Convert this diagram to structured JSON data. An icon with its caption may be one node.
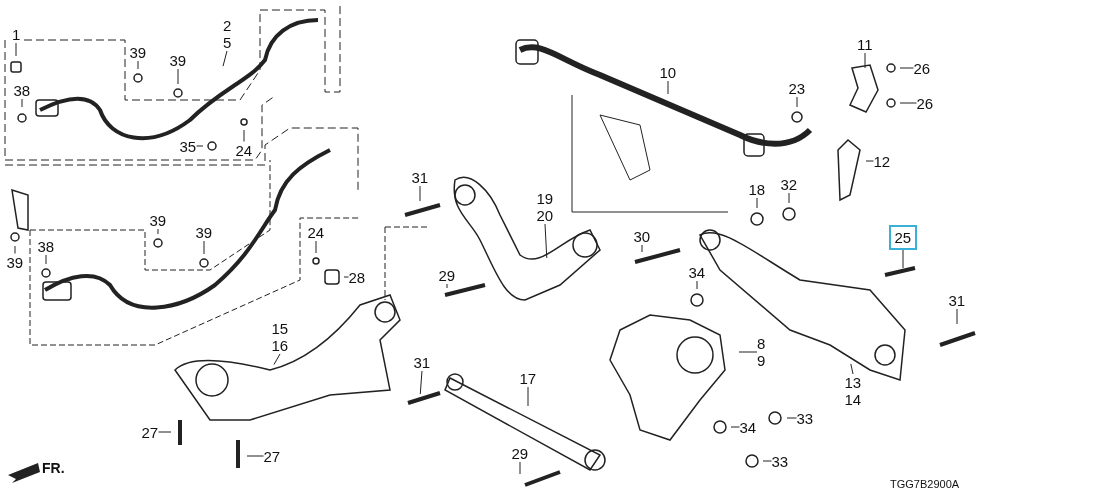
{
  "diagram": {
    "nodes": [
      {
        "text": [
          "1"
        ]
      },
      {
        "text": [
          "2",
          "5"
        ]
      },
      {
        "text": [
          "39"
        ]
      },
      {
        "text": [
          "39"
        ]
      },
      {
        "text": [
          "38"
        ]
      },
      {
        "text": [
          "35"
        ]
      },
      {
        "text": [
          "24"
        ]
      },
      {
        "text": [
          "39"
        ]
      },
      {
        "text": [
          "38"
        ]
      },
      {
        "text": [
          "39"
        ]
      },
      {
        "text": [
          "39"
        ]
      },
      {
        "text": [
          "24"
        ]
      },
      {
        "text": [
          "28"
        ]
      },
      {
        "text": [
          "15",
          "16"
        ]
      },
      {
        "text": [
          "27"
        ]
      },
      {
        "text": [
          "27"
        ]
      },
      {
        "text": [
          "31"
        ]
      },
      {
        "text": [
          "19",
          "20"
        ]
      },
      {
        "text": [
          "29"
        ]
      },
      {
        "text": [
          "31"
        ]
      },
      {
        "text": [
          "17"
        ]
      },
      {
        "text": [
          "29"
        ]
      },
      {
        "text": [
          "30"
        ]
      },
      {
        "text": [
          "34"
        ]
      },
      {
        "text": [
          "10"
        ]
      },
      {
        "text": [
          "23"
        ]
      },
      {
        "text": [
          "11"
        ]
      },
      {
        "text": [
          "26"
        ]
      },
      {
        "text": [
          "26"
        ]
      },
      {
        "text": [
          "12"
        ]
      },
      {
        "text": [
          "18"
        ]
      },
      {
        "text": [
          "32"
        ]
      },
      {
        "text": [
          "25"
        ]
      },
      {
        "text": [
          "31"
        ]
      },
      {
        "text": [
          "8",
          "9"
        ]
      },
      {
        "text": [
          "13",
          "14"
        ]
      },
      {
        "text": [
          "33"
        ]
      },
      {
        "text": [
          "34"
        ]
      },
      {
        "text": [
          "33"
        ]
      }
    ],
    "edges": [
      {
        "from": 0,
        "to": null,
        "arrow": "none"
      },
      {
        "from": 1,
        "to": null,
        "arrow": "none"
      },
      {
        "from": 2,
        "to": null,
        "arrow": "none"
      },
      {
        "from": 3,
        "to": null,
        "arrow": "none"
      },
      {
        "from": 4,
        "to": null,
        "arrow": "none"
      },
      {
        "from": 5,
        "to": null,
        "arrow": "none"
      },
      {
        "from": 6,
        "to": null,
        "arrow": "none"
      },
      {
        "from": 7,
        "to": null,
        "arrow": "none"
      },
      {
        "from": 8,
        "to": null,
        "arrow": "none"
      },
      {
        "from": 9,
        "to": null,
        "arrow": "none"
      },
      {
        "from": 10,
        "to": null,
        "arrow": "none"
      },
      {
        "from": 11,
        "to": null,
        "arrow": "none"
      },
      {
        "from": 12,
        "to": null,
        "arrow": "none"
      },
      {
        "from": 13,
        "to": null,
        "arrow": "none"
      },
      {
        "from": 14,
        "to": null,
        "arrow": "none"
      },
      {
        "from": 15,
        "to": null,
        "arrow": "none"
      },
      {
        "from": 16,
        "to": null,
        "arrow": "none"
      },
      {
        "from": 17,
        "to": null,
        "arrow": "none"
      },
      {
        "from": 18,
        "to": null,
        "arrow": "none"
      },
      {
        "from": 19,
        "to": null,
        "arrow": "none"
      },
      {
        "from": 20,
        "to": null,
        "arrow": "none"
      },
      {
        "from": 21,
        "to": null,
        "arrow": "none"
      },
      {
        "from": 22,
        "to": null,
        "arrow": "none"
      },
      {
        "from": 23,
        "to": null,
        "arrow": "none"
      },
      {
        "from": 24,
        "to": null,
        "arrow": "none"
      },
      {
        "from": 25,
        "to": null,
        "arrow": "none"
      },
      {
        "from": 26,
        "to": null,
        "arrow": "none"
      },
      {
        "from": 27,
        "to": null,
        "arrow": "none"
      },
      {
        "from": 28,
        "to": null,
        "arrow": "none"
      },
      {
        "from": 29,
        "to": null,
        "arrow": "none"
      },
      {
        "from": 30,
        "to": null,
        "arrow": "none"
      },
      {
        "from": 31,
        "to": null,
        "arrow": "none"
      },
      {
        "from": 32,
        "to": null,
        "arrow": "none"
      },
      {
        "from": 33,
        "to": null,
        "arrow": "none"
      },
      {
        "from": 34,
        "to": null,
        "arrow": "none"
      },
      {
        "from": 35,
        "to": null,
        "arrow": "none"
      },
      {
        "from": 36,
        "to": null,
        "arrow": "none"
      },
      {
        "from": 37,
        "to": null,
        "arrow": "none"
      },
      {
        "from": 38,
        "to": null,
        "arrow": "none"
      }
    ],
    "labels": [
      "FR.",
      "TGG7B2900A"
    ]
  }
}
